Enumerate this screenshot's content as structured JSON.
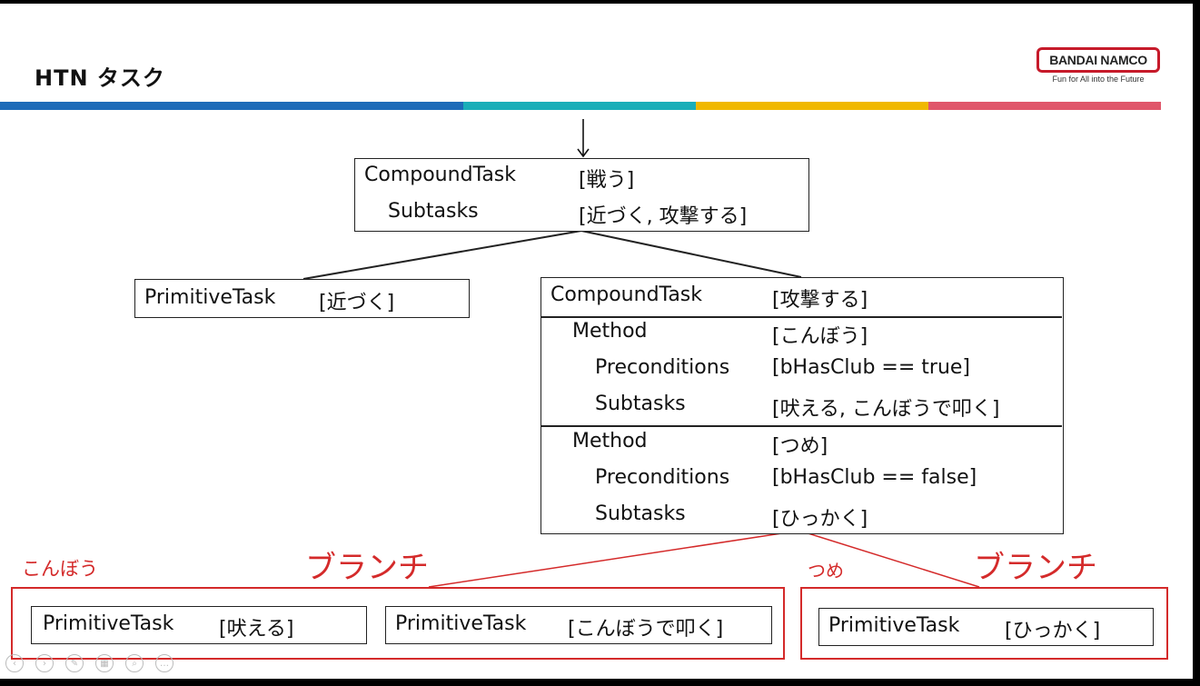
{
  "header": {
    "title": "HTN タスク",
    "logo_name": "BANDAI NAMCO",
    "logo_tagline": "Fun for All into the Future"
  },
  "colors": {
    "band_blue": "#1e6bb8",
    "band_teal": "#1aaeb8",
    "band_yellow": "#f0b800",
    "band_pink": "#e0566a",
    "branch_red": "#d42a2a"
  },
  "root_task": {
    "type": "CompoundTask",
    "name": "[戦う]",
    "subtasks_label": "Subtasks",
    "subtasks": "[近づく, 攻撃する]"
  },
  "approach_task": {
    "type": "PrimitiveTask",
    "name": "[近づく]"
  },
  "attack_task": {
    "type": "CompoundTask",
    "name": "[攻撃する]",
    "methods": [
      {
        "label": "Method",
        "name": "[こんぼう]",
        "preconditions_label": "Preconditions",
        "preconditions": "[bHasClub == true]",
        "subtasks_label": "Subtasks",
        "subtasks": "[吠える, こんぼうで叩く]"
      },
      {
        "label": "Method",
        "name": "[つめ]",
        "preconditions_label": "Preconditions",
        "preconditions": "[bHasClub == false]",
        "subtasks_label": "Subtasks",
        "subtasks": "[ひっかく]"
      }
    ]
  },
  "branches": {
    "branch_label": "ブランチ",
    "club": {
      "label": "こんぼう",
      "tasks": [
        {
          "type": "PrimitiveTask",
          "name": "[吠える]"
        },
        {
          "type": "PrimitiveTask",
          "name": "[こんぼうで叩く]"
        }
      ]
    },
    "claw": {
      "label": "つめ",
      "tasks": [
        {
          "type": "PrimitiveTask",
          "name": "[ひっかく]"
        }
      ]
    }
  },
  "controls": [
    "back-icon",
    "play-icon",
    "pen-icon",
    "grid-icon",
    "zoom-icon",
    "more-icon"
  ]
}
